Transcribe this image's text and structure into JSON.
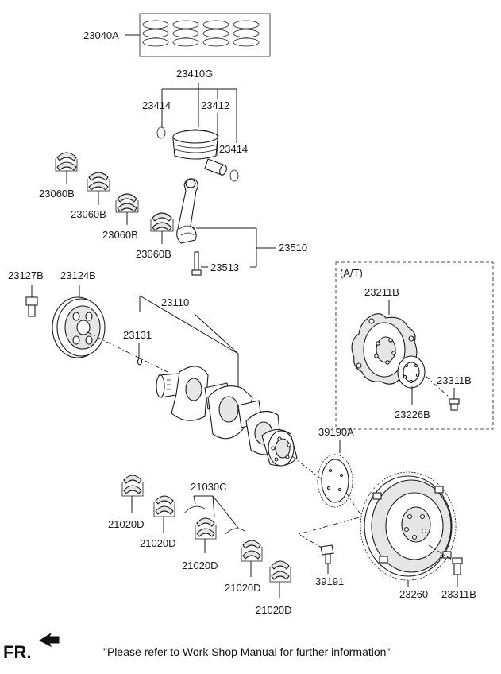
{
  "parts": {
    "p23040A": "23040A",
    "p23410G": "23410G",
    "p23414a": "23414",
    "p23412": "23412",
    "p23414b": "23414",
    "p23060B_1": "23060B",
    "p23060B_2": "23060B",
    "p23060B_3": "23060B",
    "p23060B_4": "23060B",
    "p23510": "23510",
    "p23513": "23513",
    "p23127B": "23127B",
    "p23124B": "23124B",
    "p23110": "23110",
    "p23131": "23131",
    "at": "(A/T)",
    "p23211B": "23211B",
    "p23311B_a": "23311B",
    "p23226B": "23226B",
    "p39190A": "39190A",
    "p21030C": "21030C",
    "p21020D_1": "21020D",
    "p21020D_2": "21020D",
    "p21020D_3": "21020D",
    "p21020D_4": "21020D",
    "p21020D_5": "21020D",
    "p39191": "39191",
    "p23260": "23260",
    "p23311B_b": "23311B"
  },
  "footer": {
    "fr": "FR.",
    "note": "\"Please refer to Work Shop Manual for further information\""
  }
}
